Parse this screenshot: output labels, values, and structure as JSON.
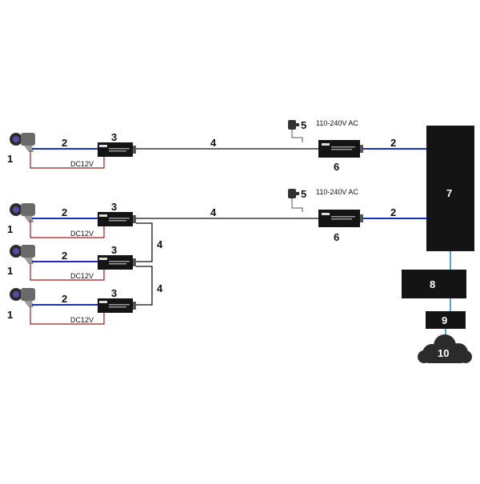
{
  "labels": {
    "camera": "1",
    "cable_short": "2",
    "converter": "3",
    "cable_long": "4",
    "adapter": "5",
    "receiver": "6",
    "switch": "7",
    "nvr": "8",
    "router": "9",
    "cloud": "10",
    "dc": "DC12V",
    "ac": "110-240V AC"
  },
  "colors": {
    "device": "#141414",
    "network_cable": "#1c2fb8",
    "power_cable": "#9b1b1b",
    "uplink_cable": "#4fa6d6",
    "cloud": "#2b2b2b"
  }
}
